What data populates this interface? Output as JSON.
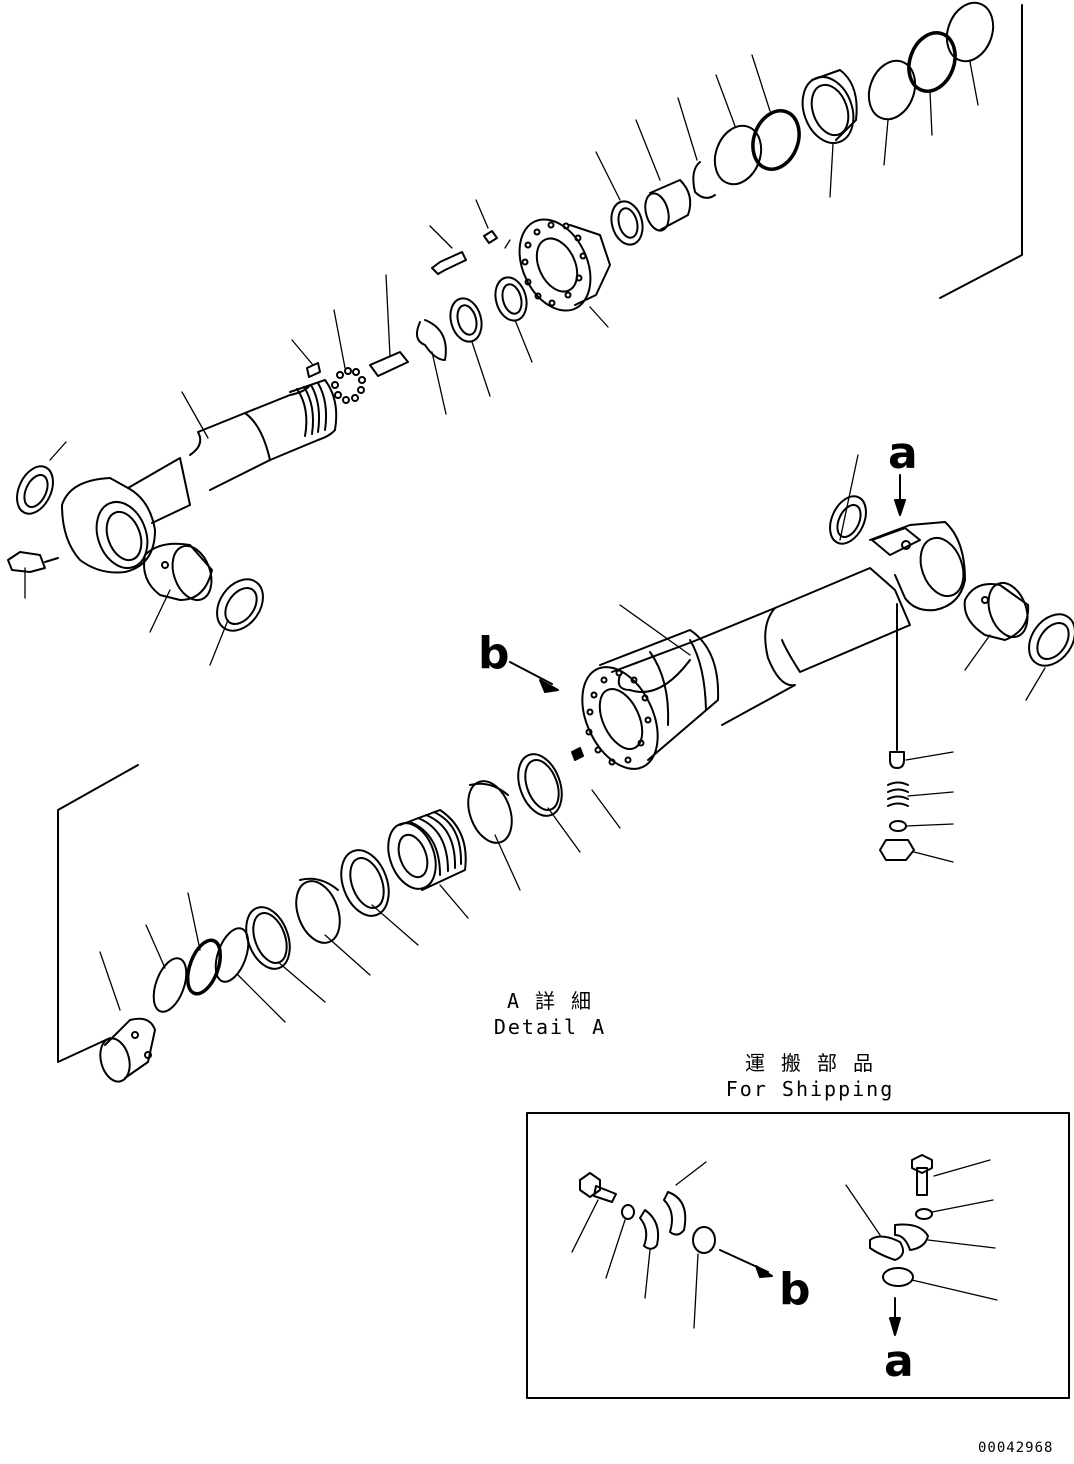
{
  "drawing": {
    "doc_number": "00042968",
    "detail_a": {
      "jp": "A 詳 細",
      "en": "Detail A"
    },
    "shipping": {
      "jp": "運 搬 部 品",
      "en": "For Shipping"
    },
    "markers": {
      "a_top": "a",
      "b_left": "b",
      "b_shipping": "b",
      "a_shipping": "a"
    }
  }
}
